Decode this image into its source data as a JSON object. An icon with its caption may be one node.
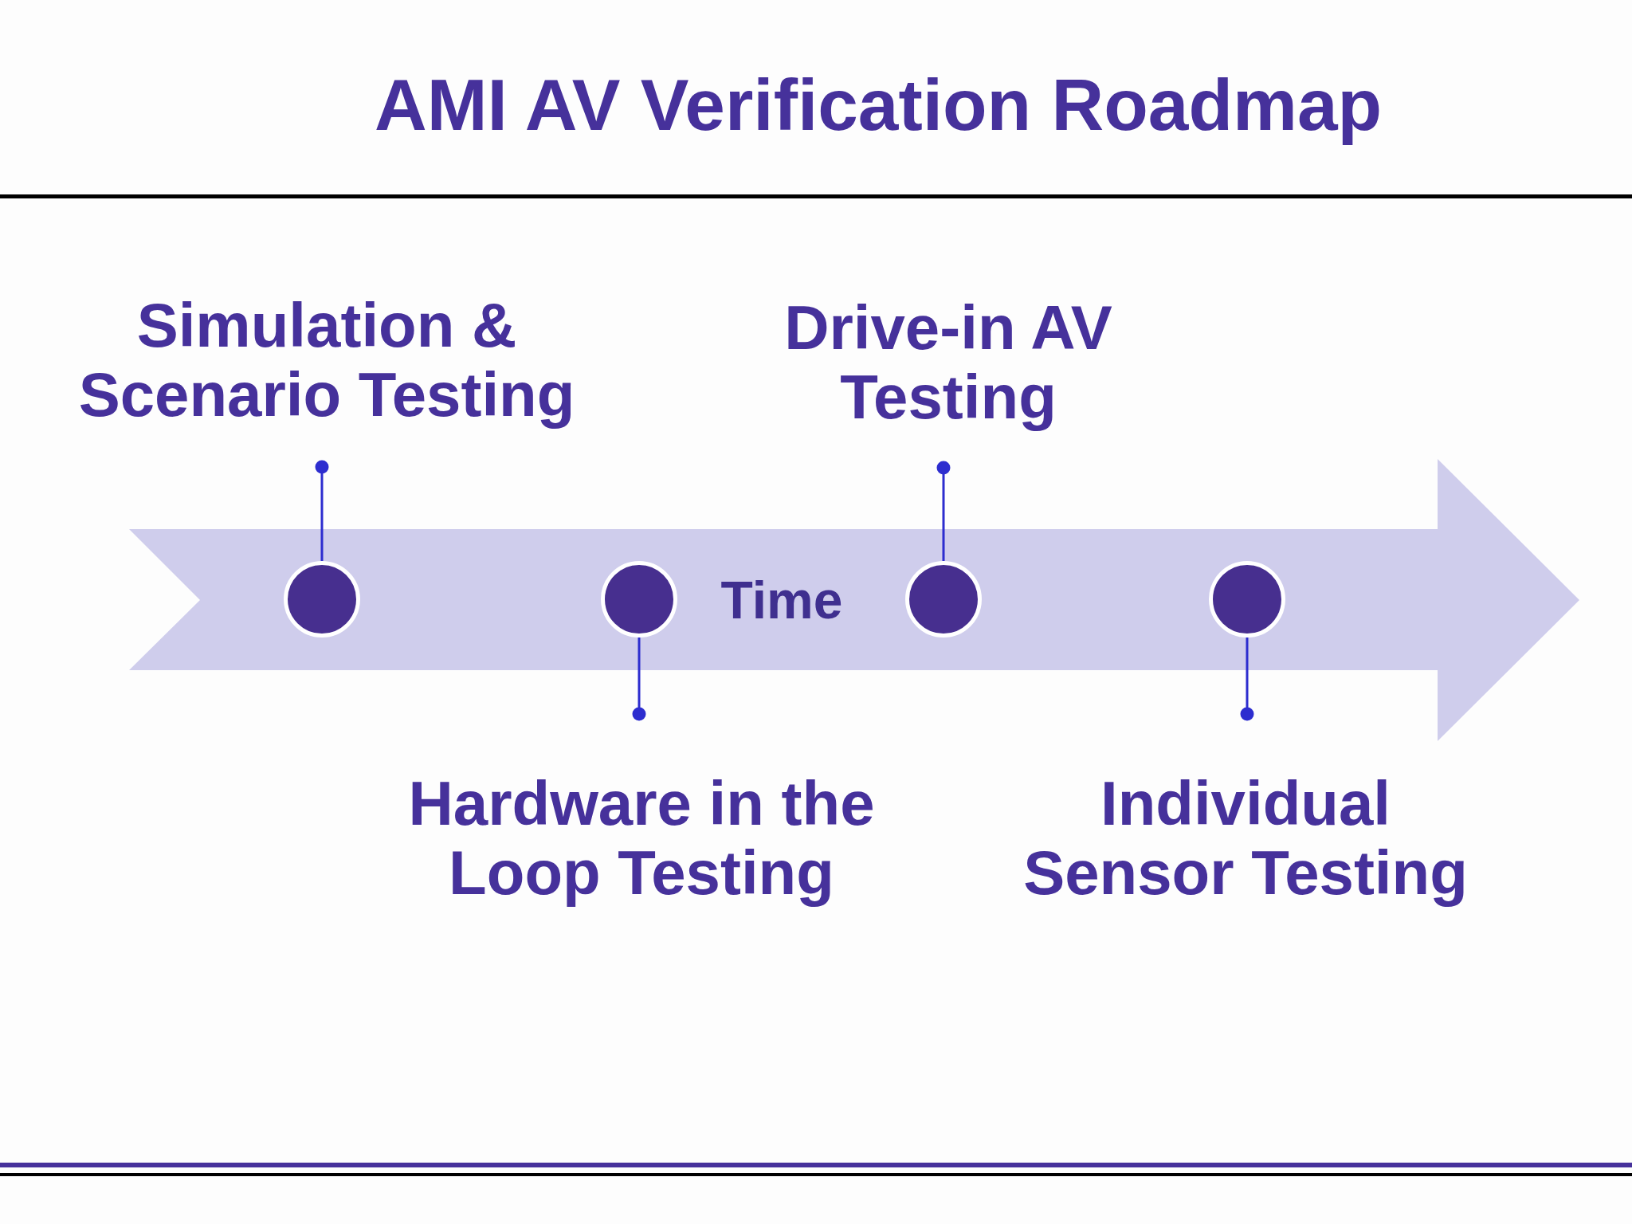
{
  "diagram": {
    "title": "AMI AV Verification Roadmap",
    "nodes": [
      {
        "text": [
          "Simulation & Scenario Testing"
        ]
      },
      {
        "text": [
          "Drive-in AV Testing"
        ]
      },
      {
        "text": [
          "Time"
        ]
      },
      {
        "text": [],
        "shape": "circle",
        "in": 2
      },
      {
        "text": [],
        "shape": "circle",
        "in": 2
      },
      {
        "text": [],
        "shape": "circle",
        "in": 2
      },
      {
        "text": [],
        "shape": "circle",
        "in": 2
      },
      {
        "text": [
          "Hardware in the Loop Testing"
        ]
      },
      {
        "text": [
          "Individual Sensor Testing"
        ]
      }
    ],
    "edges": [
      {
        "from": 0,
        "to": 3,
        "arrow": "other"
      },
      {
        "from": 1,
        "to": 5,
        "arrow": "other"
      },
      {
        "from": 7,
        "to": 4,
        "arrow": "other"
      },
      {
        "from": 8,
        "to": 6,
        "arrow": "other"
      }
    ]
  }
}
